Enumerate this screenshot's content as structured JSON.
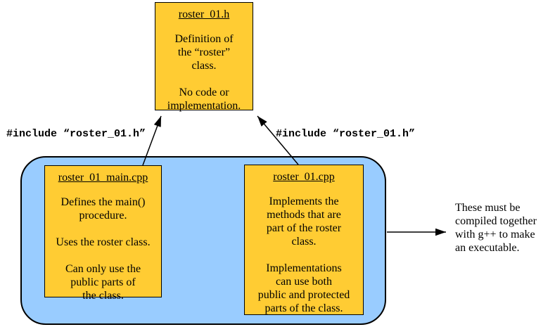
{
  "header_box": {
    "title": "roster_01.h",
    "body": "Definition of\nthe “roster”\nclass.\n\nNo code or\nimplementation."
  },
  "container": {
    "left_box": {
      "title": "roster_01_main.cpp",
      "body": "Defines the main()\nprocedure.\n\nUses the roster class.\n\nCan only use the\npublic parts of\nthe class."
    },
    "right_box": {
      "title": "roster_01.cpp",
      "body": "Implements the\nmethods that are\npart of the roster\nclass.\n\nImplementations\ncan use both\npublic and protected\nparts of the class."
    }
  },
  "labels": {
    "left_include": "#include “roster_01.h”",
    "right_include": "#include “roster_01.h”",
    "side_note": "These must be\ncompiled together\nwith g++ to make\nan executable."
  },
  "colors": {
    "box_fill": "#ffcc33",
    "container_fill": "#99ccff",
    "border": "#000000",
    "arrow": "#000000",
    "background": "#ffffff"
  }
}
